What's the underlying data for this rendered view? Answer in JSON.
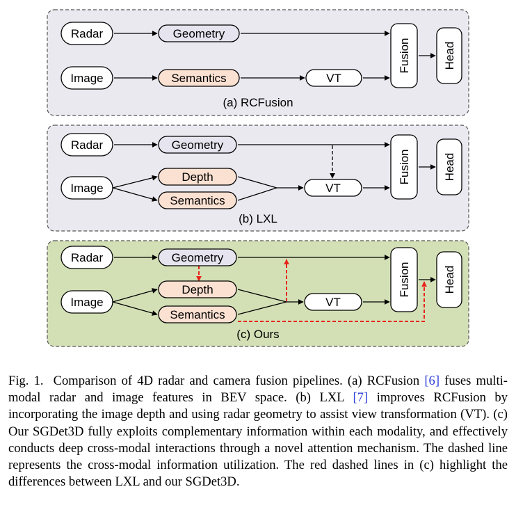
{
  "panels": [
    {
      "title": "(a)  RCFusion",
      "nodes": {
        "radar": "Radar",
        "image": "Image",
        "geometry": "Geometry",
        "semantics": "Semantics",
        "vt": "VT",
        "fusion": "Fusion",
        "head": "Head"
      }
    },
    {
      "title": "(b)  LXL",
      "nodes": {
        "radar": "Radar",
        "image": "Image",
        "geometry": "Geometry",
        "depth": "Depth",
        "semantics": "Semantics",
        "vt": "VT",
        "fusion": "Fusion",
        "head": "Head"
      }
    },
    {
      "title": "(c)  Ours",
      "nodes": {
        "radar": "Radar",
        "image": "Image",
        "geometry": "Geometry",
        "depth": "Depth",
        "semantics": "Semantics",
        "vt": "VT",
        "fusion": "Fusion",
        "head": "Head"
      }
    }
  ],
  "colors": {
    "panel_a_bg": "#ebe9f0",
    "panel_b_bg": "#ebe9f0",
    "panel_c_bg": "#d3e0b6",
    "feature_fill": "#fbe1d2",
    "geometry_fill": "#e6e4ee",
    "node_fill": "#ffffff",
    "highlight": "#e8231b"
  },
  "caption": {
    "label": "Fig. 1.",
    "text_1": "Comparison of 4D radar and camera fusion pipelines. (a) RCFusion ",
    "ref_1": "[6]",
    "text_2": " fuses multi-modal radar and image features in BEV space. (b) LXL ",
    "ref_2": "[7]",
    "text_3": " improves RCFusion by incorporating the image depth and using radar geometry to assist view transformation (VT). (c) Our SGDet3D fully exploits complementary information within each modality, and effectively conducts deep cross-modal interactions through a novel attention mechanism. The dashed line represents the cross-modal information utilization. The red dashed lines in (c) highlight the differences between LXL and our SGDet3D."
  }
}
